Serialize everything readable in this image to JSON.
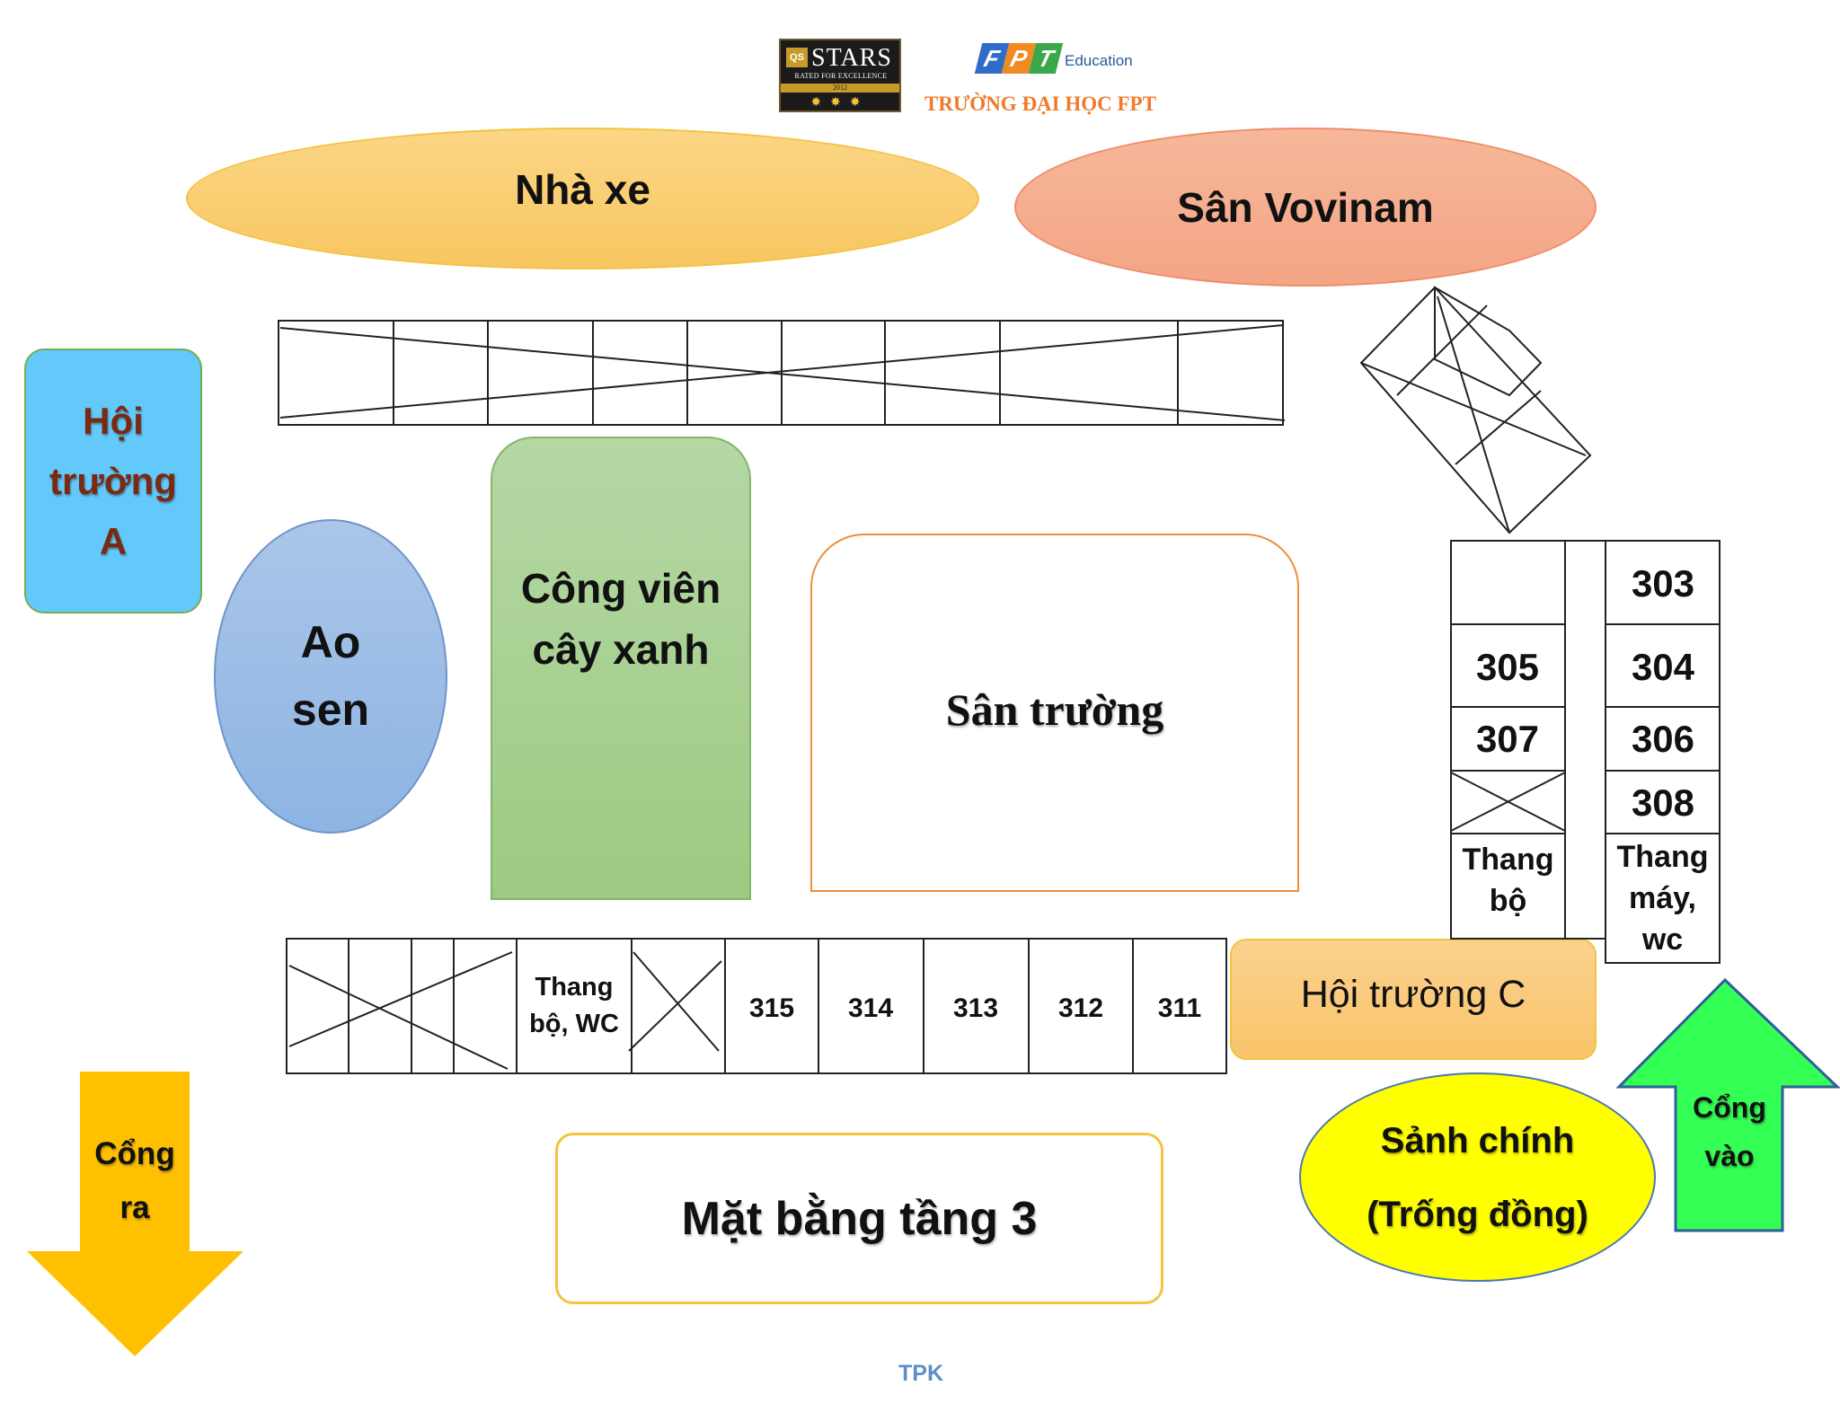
{
  "logos": {
    "qs": {
      "box": "QS",
      "stars_word": "STARS",
      "subtitle": "RATED FOR EXCELLENCE",
      "year": "2012"
    },
    "fpt": {
      "letters": [
        "F",
        "P",
        "T"
      ],
      "education": "Education"
    },
    "university_name": "TRƯỜNG ĐẠI HỌC FPT"
  },
  "areas": {
    "nha_xe": "Nhà xe",
    "san_vovinam": "Sân Vovinam",
    "hoi_truong_a": "Hội trường A",
    "ao_sen": "Ao sen",
    "cong_vien": "Công viên cây xanh",
    "san_truong": "Sân trường",
    "hoi_truong_c": "Hội trường C",
    "sanh_chinh_line1": "Sảnh chính",
    "sanh_chinh_line2": "(Trống đồng)",
    "mat_bang": "Mặt bằng tầng 3",
    "cong_ra": "Cổng ra",
    "cong_vao": "Cổng vào",
    "signature": "TPK"
  },
  "right_wing": {
    "rooms": [
      "303",
      "305",
      "304",
      "307",
      "306",
      "308"
    ],
    "stairs": "Thang bộ",
    "elevator": "Thang máy, wc"
  },
  "bottom_wing": {
    "stairs_wc": "Thang bộ, WC",
    "rooms": [
      "315",
      "314",
      "313",
      "312",
      "311"
    ]
  },
  "colors": {
    "nha_xe": "#f8c660",
    "san_vovinam": "#f4a585",
    "hoi_truong_a": "#63c9fb",
    "ao_sen": "#8db4e3",
    "cong_vien": "#9dca82",
    "hoi_truong_c": "#f9c46a",
    "sanh_chinh": "#ffff00",
    "cong_ra_arrow": "#ffc000",
    "cong_vao_arrow": "#33ff55"
  }
}
